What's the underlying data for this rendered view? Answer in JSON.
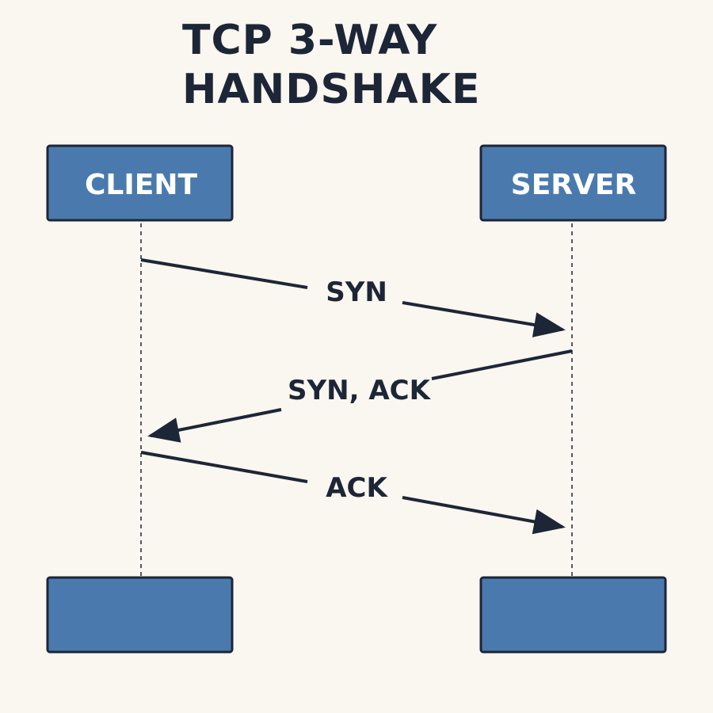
{
  "title": {
    "line1": "TCP 3-WAY",
    "line2": "HANDSHAKE"
  },
  "participants": {
    "client": "CLIENT",
    "server": "SERVER"
  },
  "messages": [
    {
      "label": "SYN",
      "from": "client",
      "to": "server"
    },
    {
      "label": "SYN, ACK",
      "from": "server",
      "to": "client"
    },
    {
      "label": "ACK",
      "from": "client",
      "to": "server"
    }
  ],
  "colors": {
    "background": "#faf6f0",
    "box_fill": "#4a7aad",
    "box_stroke": "#1c2636",
    "ink": "#1c2636"
  }
}
